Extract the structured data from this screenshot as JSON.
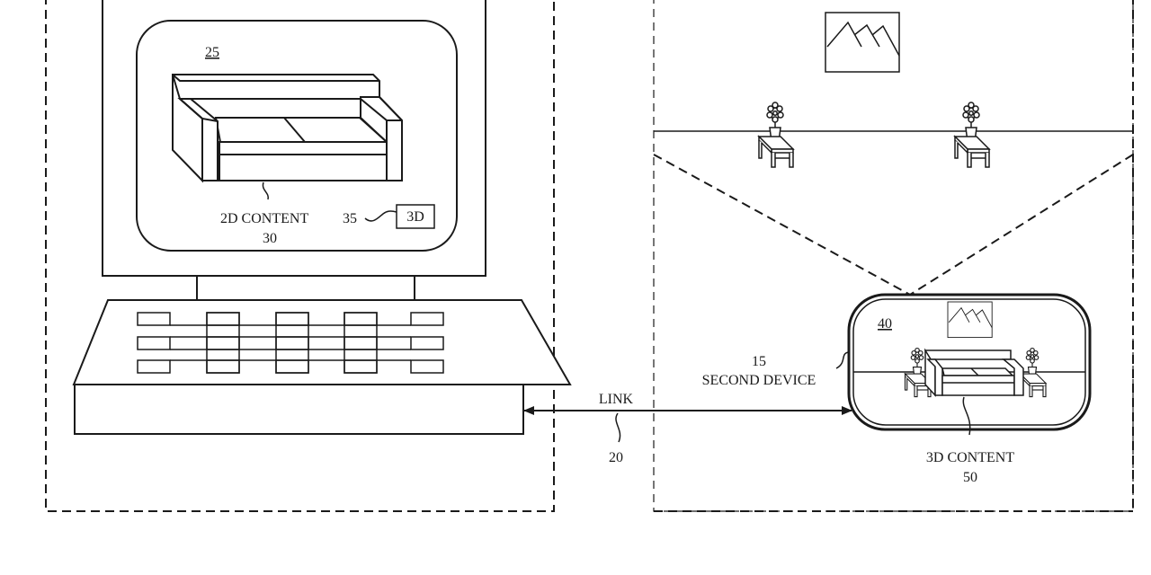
{
  "figure": {
    "first_device": {
      "display_ref": "25",
      "content_label": "2D CONTENT",
      "content_ref": "30",
      "button_ref": "35",
      "button_label": "3D"
    },
    "link": {
      "label": "LINK",
      "ref": "20"
    },
    "second_device": {
      "ref": "15",
      "label": "SECOND DEVICE",
      "view_ref": "40",
      "content_label": "3D CONTENT",
      "content_ref": "50"
    },
    "colors": {
      "ink": "#1a1a1a",
      "paper": "#ffffff"
    }
  }
}
